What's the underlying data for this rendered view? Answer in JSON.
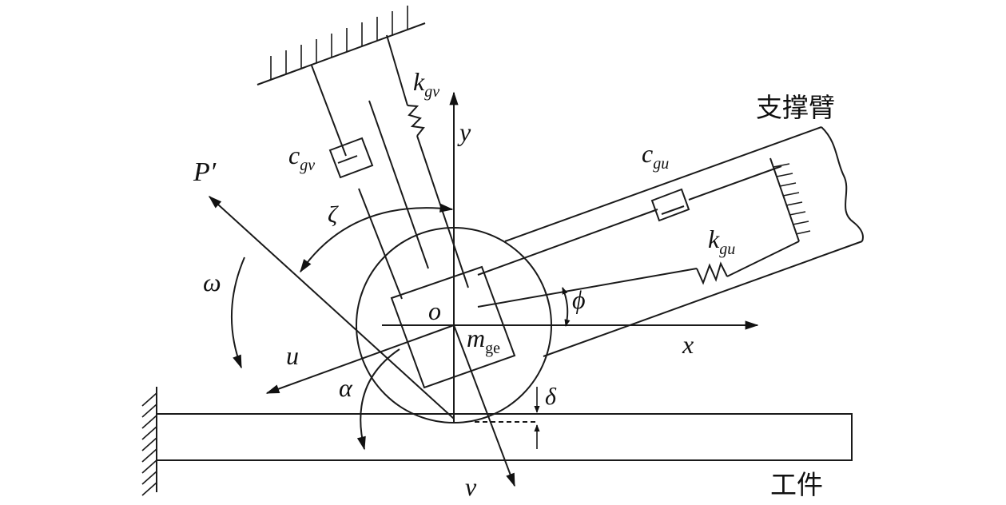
{
  "labels": {
    "k_gv": {
      "main": "k",
      "sub": "gv"
    },
    "c_gv": {
      "main": "c",
      "sub": "gv"
    },
    "c_gu": {
      "main": "c",
      "sub": "gu"
    },
    "k_gu": {
      "main": "k",
      "sub": "gu"
    },
    "m_ge": {
      "main": "m",
      "sub": "ge"
    },
    "y": "y",
    "x": "x",
    "u": "u",
    "v": "v",
    "o": "o",
    "P_prime": "P′",
    "zeta": "ζ",
    "omega": "ω",
    "phi": "ϕ",
    "alpha": "α",
    "delta": "δ",
    "support_arm": "支撑臂",
    "workpiece": "工件"
  }
}
